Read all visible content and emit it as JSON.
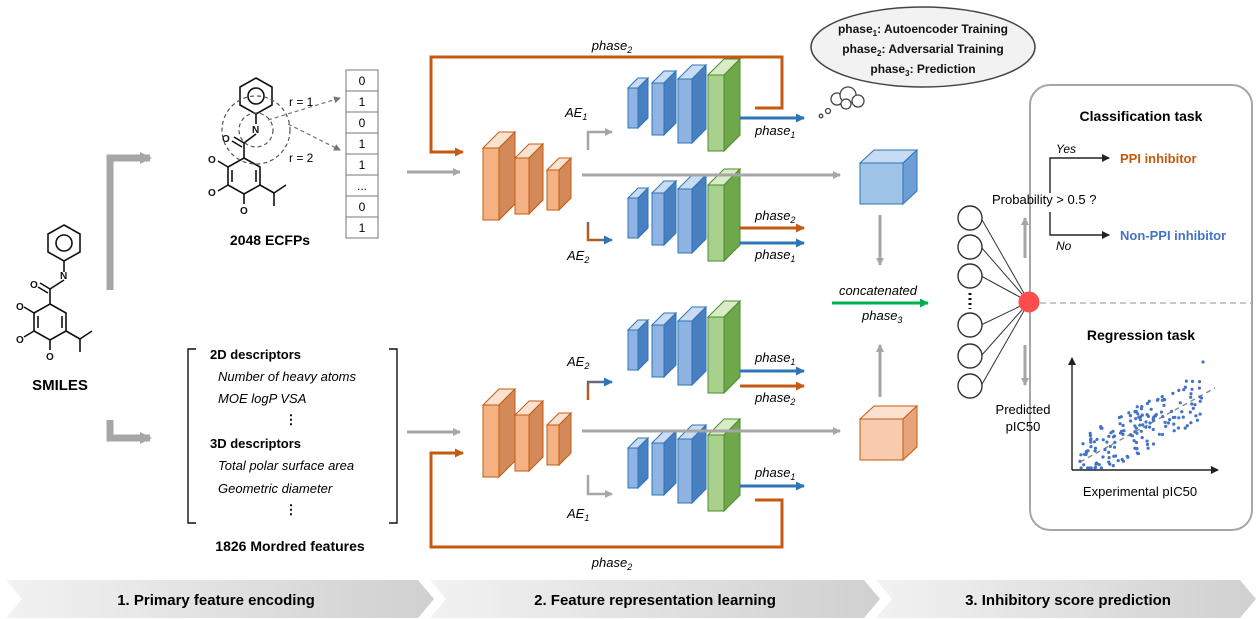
{
  "legend_bubble": {
    "line1": {
      "prefix": "phase",
      "sub": "1",
      "rest": ": Autoencoder Training"
    },
    "line2": {
      "prefix": "phase",
      "sub": "2",
      "rest": ": Adversarial Training"
    },
    "line3": {
      "prefix": "phase",
      "sub": "3",
      "rest": ": Prediction"
    }
  },
  "input": {
    "smiles_label": "SMILES"
  },
  "ecfp": {
    "title": "2048 ECFPs",
    "bits": [
      "0",
      "1",
      "0",
      "1",
      "1",
      "...",
      "0",
      "1"
    ],
    "radius1": "r = 1",
    "radius2": "r = 2"
  },
  "mordred": {
    "title": "1826 Mordred features",
    "heading_2d": "2D descriptors",
    "items_2d": [
      "Number of heavy atoms",
      "MOE logP VSA"
    ],
    "heading_3d": "3D descriptors",
    "items_3d": [
      "Total polar surface area",
      "Geometric diameter"
    ],
    "vdots": "⋮"
  },
  "labels": {
    "phase": "phase",
    "sub1": "1",
    "sub2": "2",
    "sub3": "3",
    "ae": "AE",
    "concatenated": "concatenated"
  },
  "classification": {
    "title": "Classification task",
    "condition": "Probability > 0.5 ?",
    "yes": "Yes",
    "no": "No",
    "pos": "PPI inhibitor",
    "neg": "Non-PPI inhibitor"
  },
  "regression": {
    "title": "Regression task",
    "predicted_line1": "Predicted",
    "predicted_line2": "pIC50",
    "xlabel": "Experimental pIC50"
  },
  "steps": [
    {
      "label": "1. Primary feature encoding"
    },
    {
      "label": "2. Feature representation learning"
    },
    {
      "label": "3. Inhibitory score prediction"
    }
  ],
  "colors": {
    "orange": "#c55a11",
    "blue": "#2e75b6",
    "green_arrow": "#00b050",
    "gray": "#a6a6a6",
    "red_node": "#ff4d4d",
    "pos_text": "#c55a11",
    "neg_text": "#4472c4"
  }
}
